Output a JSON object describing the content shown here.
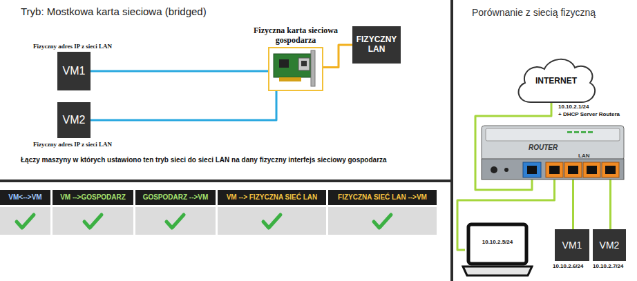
{
  "diagram": {
    "title": "Tryb: Mostkowa karta sieciowa (bridged)",
    "nodes": [
      {
        "text": [
          "VM1"
        ]
      },
      {
        "text": [
          "VM2"
        ]
      },
      {
        "text": [
          "Fizyczna karta sieciowa gospodarza"
        ]
      },
      {
        "text": [
          "FIZYCZNY LAN"
        ]
      },
      {
        "text": [
          "INTERNET"
        ]
      },
      {
        "text": [
          "ROUTER",
          "LAN"
        ]
      },
      {
        "text": [
          "10.10.2.5/24"
        ]
      },
      {
        "text": [
          "VM1"
        ]
      },
      {
        "text": [
          "VM2"
        ]
      }
    ],
    "edges": [
      {
        "from": 0,
        "to": 2,
        "arrow": "none"
      },
      {
        "from": 1,
        "to": 2,
        "arrow": "none"
      },
      {
        "from": 2,
        "to": 3,
        "arrow": "none"
      },
      {
        "from": 4,
        "to": 5,
        "arrow": "none"
      },
      {
        "from": 5,
        "to": 6,
        "arrow": "none"
      },
      {
        "from": 5,
        "to": 7,
        "arrow": "none"
      },
      {
        "from": 5,
        "to": 8,
        "arrow": "none"
      }
    ],
    "labels": [
      "Fizyczny adres IP z sieci LAN",
      "Fizyczny adres IP z sieci LAN",
      "Łączy maszyny w których ustawiono ten tryb sieci do sieci LAN na dany fizyczny interfejs sieciowy gospodarza",
      "VM<-->VM",
      "VM -->GOSPODARZ",
      "GOSPODARZ -->VM",
      "VM --> FIZYCZNA SIEĆ LAN",
      "FIZYCZNA SIEĆ LAN -->VM",
      "Porównanie z siecią fizyczną",
      "10.10.2.1/24",
      "+ DHCP Server Routera",
      "10.10.2.6/24",
      "10.10.2.7/24"
    ]
  }
}
